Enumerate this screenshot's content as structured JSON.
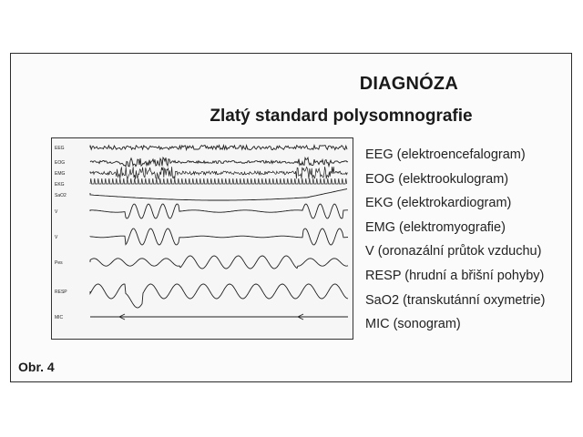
{
  "header": {
    "title": "DIAGNÓZA",
    "subtitle": "Zlatý standard polysomnografie"
  },
  "figure": {
    "channel_labels": [
      "EEG",
      "EOG",
      "EMG",
      "EKG",
      "SaO2",
      "V",
      "V",
      "Pes",
      "RESP",
      "MIC"
    ]
  },
  "legend": [
    "EEG (elektroencefalogram)",
    "EOG (elektrookulogram)",
    "EKG (elektrokardiogram)",
    "EMG (elektromyografie)",
    "V (oronazální průtok vzduchu)",
    "RESP (hrudní a břišní pohyby)",
    "SaO2 (transkutánní oxymetrie)",
    "MIC (sonogram)"
  ],
  "caption": "Obr. 4"
}
